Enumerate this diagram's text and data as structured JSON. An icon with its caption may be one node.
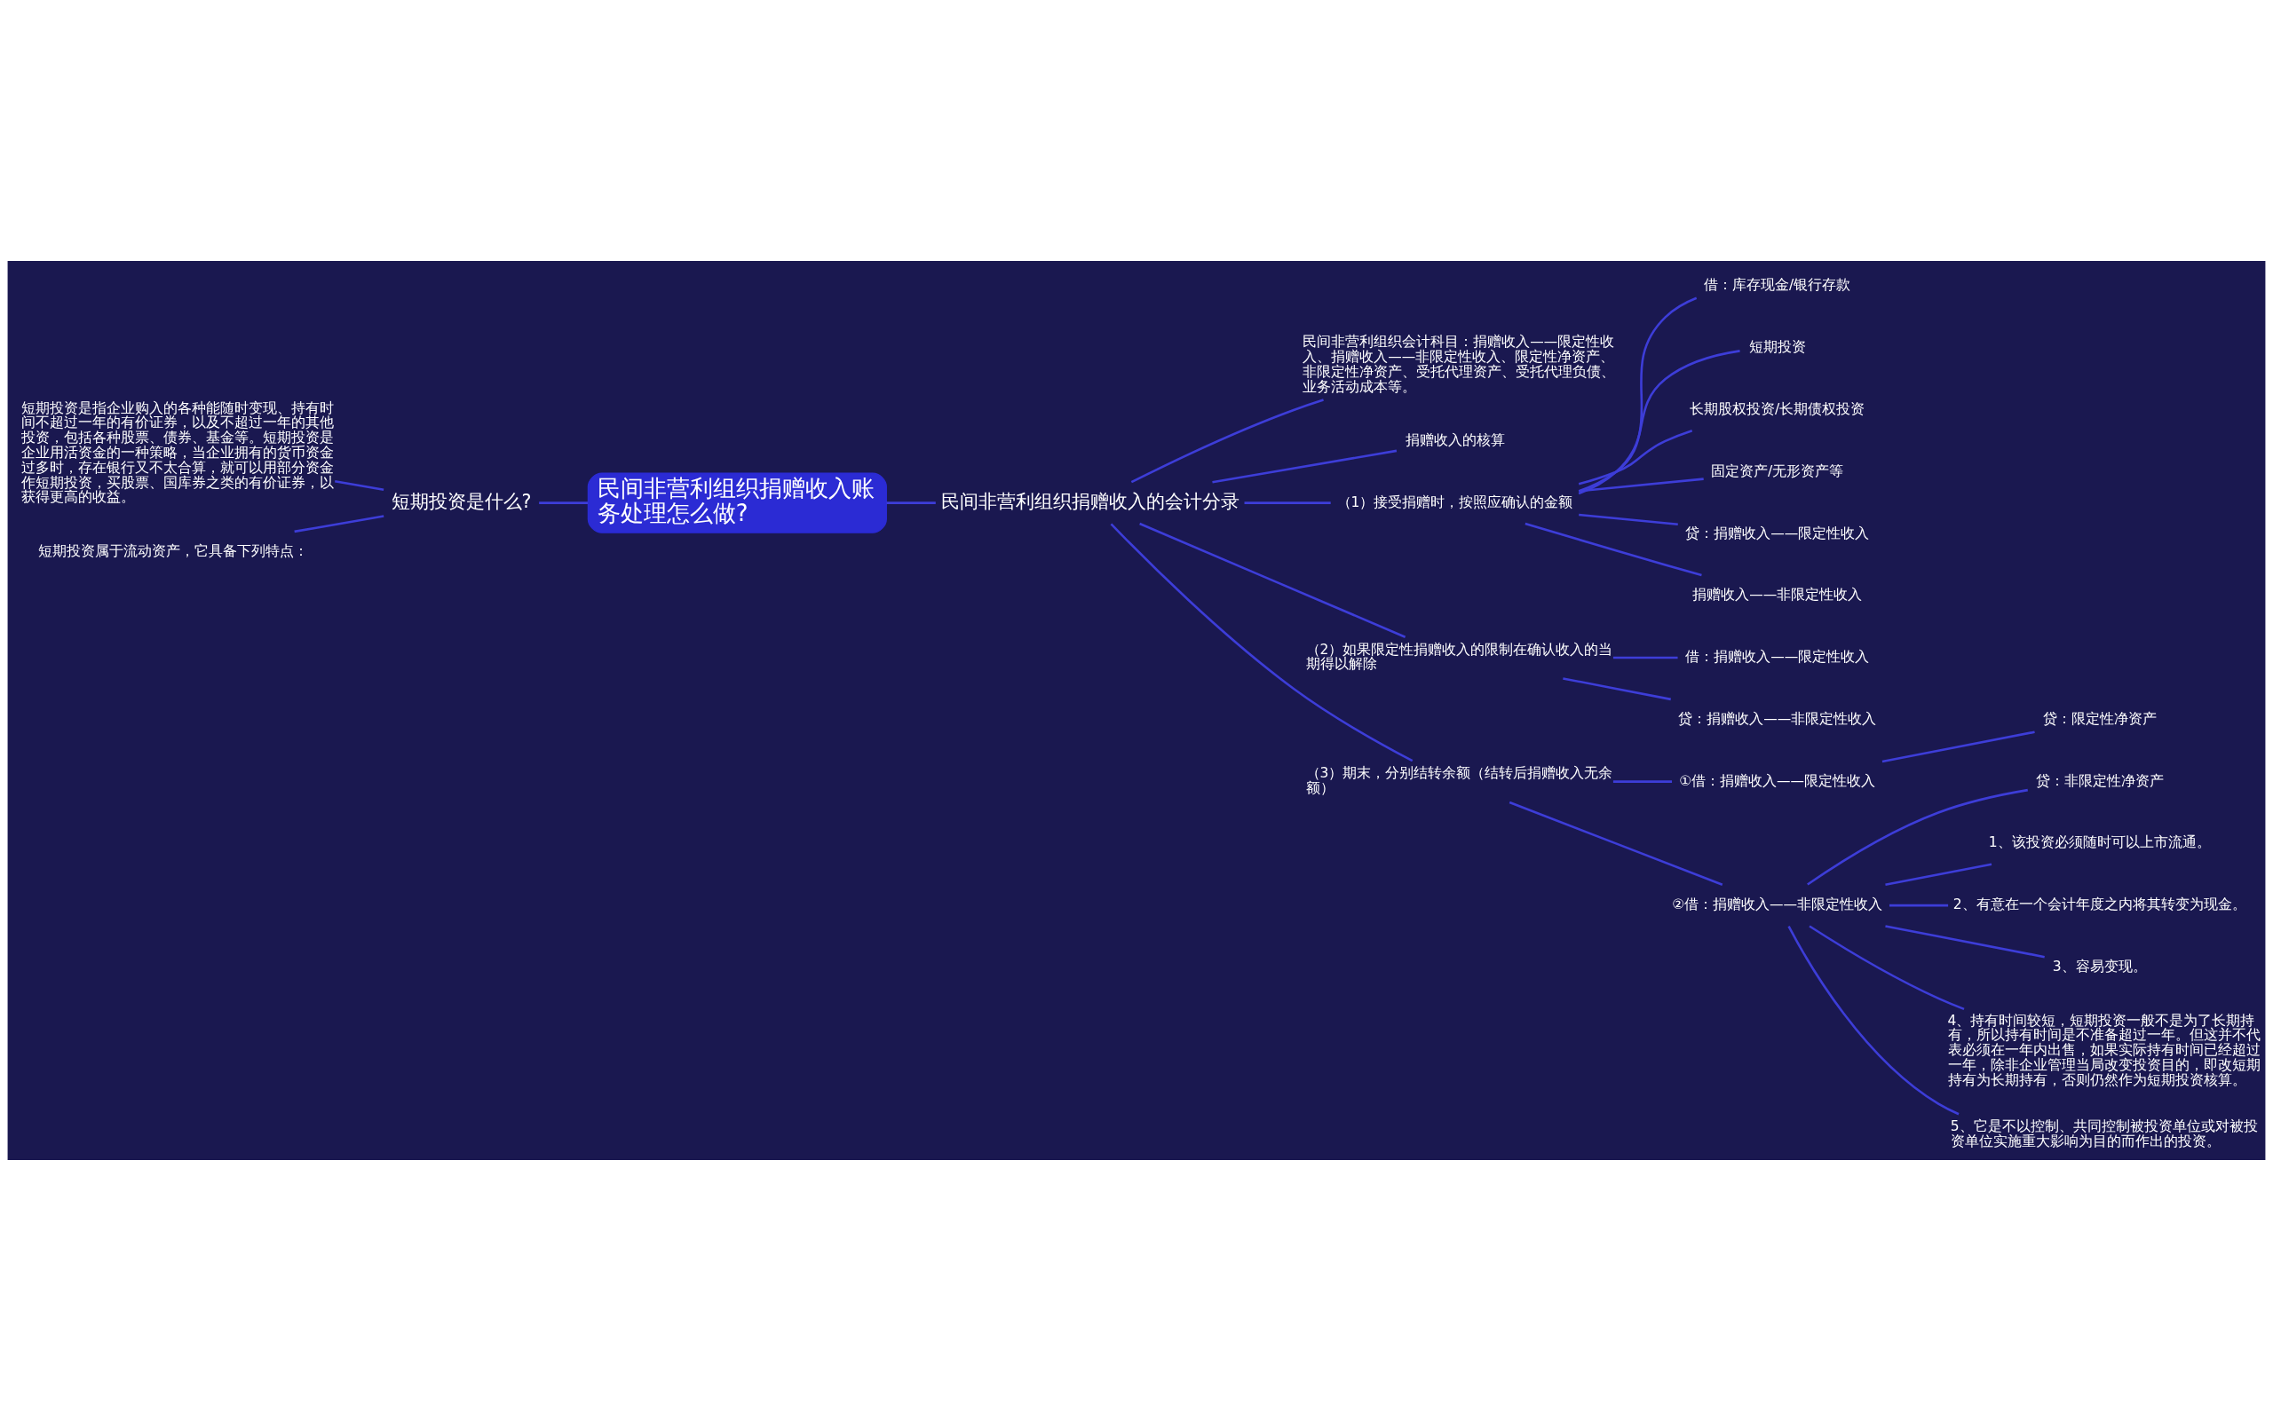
{
  "diagram": {
    "nodes": [
      {
        "text": [
          "民间非营利组织捐赠收入账务处理怎么做?"
        ]
      },
      {
        "text": [
          "短期投资是什么?"
        ]
      },
      {
        "text": [
          "短期投资是指企业购入的各种能随时变现、持有时间不超过一年的有价证券，以及不超过一年的其他投资，包括各种股票、债券、基金等。短期投资是企业用活资金的一种策略，当企业拥有的货币资金过多时，存在银行又不太合算，就可以用部分资金作短期投资，买股票、国库券之类的有价证券，以获得更高的收益。"
        ]
      },
      {
        "text": [
          "短期投资属于流动资产，它具备下列特点："
        ]
      },
      {
        "text": [
          "民间非营利组织捐赠收入的会计分录"
        ]
      },
      {
        "text": [
          "民间非营利组织会计科目：捐赠收入——限定性收入、捐赠收入——非限定性收入、限定性净资产、非限定性净资产、受托代理资产、受托代理负债、业务活动成本等。"
        ]
      },
      {
        "text": [
          "捐赠收入的核算"
        ]
      },
      {
        "text": [
          "（1）接受捐赠时，按照应确认的金额"
        ]
      },
      {
        "text": [
          "借：库存现金/银行存款"
        ]
      },
      {
        "text": [
          "短期投资"
        ]
      },
      {
        "text": [
          "长期股权投资/长期债权投资"
        ]
      },
      {
        "text": [
          "固定资产/无形资产等"
        ]
      },
      {
        "text": [
          "贷：捐赠收入——限定性收入"
        ]
      },
      {
        "text": [
          "捐赠收入——非限定性收入"
        ]
      },
      {
        "text": [
          "（2）如果限定性捐赠收入的限制在确认收入的当期得以解除"
        ]
      },
      {
        "text": [
          "借：捐赠收入——限定性收入"
        ]
      },
      {
        "text": [
          "贷：捐赠收入——非限定性收入"
        ]
      },
      {
        "text": [
          "（3）期末，分别结转余额（结转后捐赠收入无余额）"
        ]
      },
      {
        "text": [
          "①借：捐赠收入——限定性收入"
        ]
      },
      {
        "text": [
          "贷：限定性净资产"
        ]
      },
      {
        "text": [
          "②借：捐赠收入——非限定性收入"
        ]
      },
      {
        "text": [
          "贷：非限定性净资产"
        ]
      },
      {
        "text": [
          "1、该投资必须随时可以上市流通。"
        ]
      },
      {
        "text": [
          "2、有意在一个会计年度之内将其转变为现金。"
        ]
      },
      {
        "text": [
          "3、容易变现。"
        ]
      },
      {
        "text": [
          "4、持有时间较短，短期投资一般不是为了长期持有，所以持有时间是不准备超过一年。但这并不代表必须在一年内出售，如果实际持有时间已经超过一年，除非企业管理当局改变投资目的，即改短期持有为长期持有，否则仍然作为短期投资核算。"
        ]
      },
      {
        "text": [
          "5、它是不以控制、共同控制被投资单位或对被投资单位实施重大影响为目的而作出的投资。"
        ]
      }
    ],
    "edges": [
      {
        "from": 1,
        "to": 0,
        "arrow": "none"
      },
      {
        "from": 2,
        "to": 1,
        "arrow": "none"
      },
      {
        "from": 3,
        "to": 1,
        "arrow": "none"
      },
      {
        "from": 0,
        "to": 4,
        "arrow": "none"
      },
      {
        "from": 4,
        "to": 5,
        "arrow": "none"
      },
      {
        "from": 4,
        "to": 6,
        "arrow": "none"
      },
      {
        "from": 4,
        "to": 7,
        "arrow": "none"
      },
      {
        "from": 7,
        "to": 8,
        "arrow": "none"
      },
      {
        "from": 7,
        "to": 9,
        "arrow": "none"
      },
      {
        "from": 7,
        "to": 10,
        "arrow": "none"
      },
      {
        "from": 7,
        "to": 11,
        "arrow": "none"
      },
      {
        "from": 7,
        "to": 12,
        "arrow": "none"
      },
      {
        "from": 7,
        "to": 13,
        "arrow": "none"
      },
      {
        "from": 4,
        "to": 14,
        "arrow": "none"
      },
      {
        "from": 14,
        "to": 15,
        "arrow": "none"
      },
      {
        "from": 14,
        "to": 16,
        "arrow": "none"
      },
      {
        "from": 4,
        "to": 17,
        "arrow": "none"
      },
      {
        "from": 17,
        "to": 18,
        "arrow": "none"
      },
      {
        "from": 18,
        "to": 19,
        "arrow": "none"
      },
      {
        "from": 17,
        "to": 20,
        "arrow": "none"
      },
      {
        "from": 20,
        "to": 21,
        "arrow": "none"
      },
      {
        "from": 20,
        "to": 22,
        "arrow": "none"
      },
      {
        "from": 20,
        "to": 23,
        "arrow": "none"
      },
      {
        "from": 20,
        "to": 24,
        "arrow": "none"
      },
      {
        "from": 20,
        "to": 25,
        "arrow": "none"
      },
      {
        "from": 20,
        "to": 26,
        "arrow": "none"
      }
    ]
  }
}
